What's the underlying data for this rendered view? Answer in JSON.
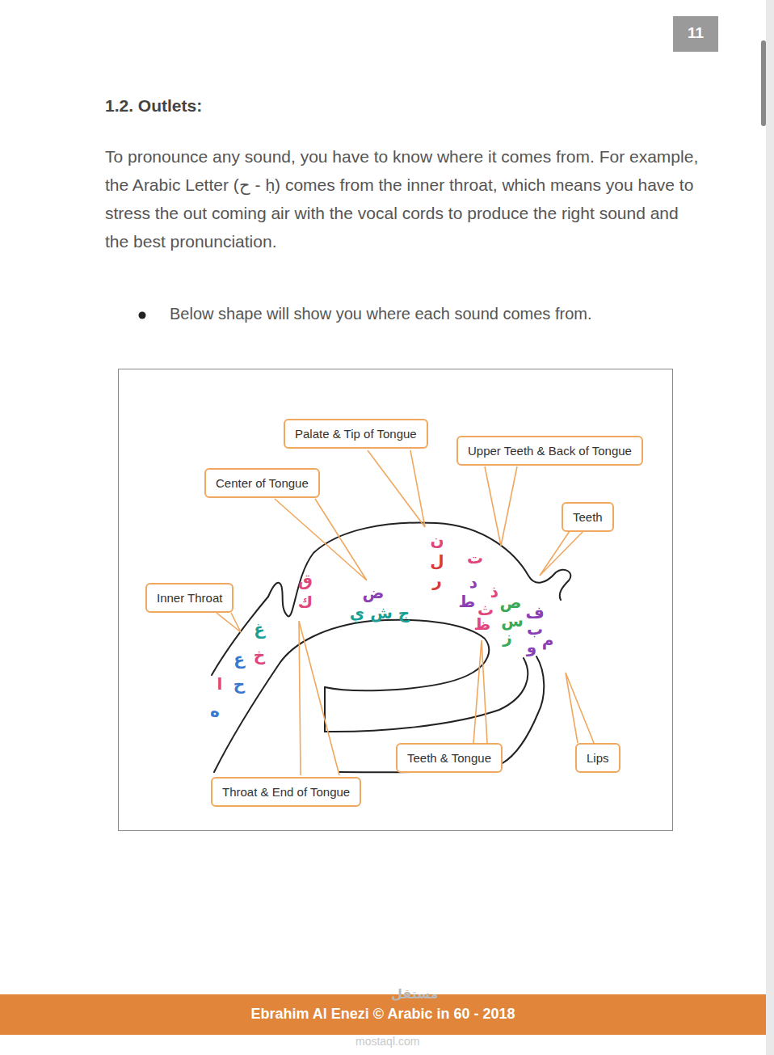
{
  "diagram": {
    "title": "1.2. Outlets:",
    "nodes": [
      {
        "text": [
          "11"
        ]
      },
      {
        "text": [
          "Palate & Tip of Tongue"
        ]
      },
      {
        "text": [
          "Upper Teeth & Back of Tongue"
        ]
      },
      {
        "text": [
          "Center of Tongue"
        ]
      },
      {
        "text": [
          "Teeth"
        ]
      },
      {
        "text": [
          "Inner Throat"
        ]
      },
      {
        "text": [
          "Teeth & Tongue"
        ]
      },
      {
        "text": [
          "Lips"
        ]
      },
      {
        "text": [
          "Throat & End of Tongue"
        ]
      },
      {
        "text": [
          "Ebrahim Al Enezi © Arabic in 60 - 2018"
        ]
      }
    ],
    "labels": [
      "To pronounce any sound, you have to know where it comes from. For example, the Arabic Letter (ح - ḥ) comes from the inner throat, which means you have to stress the out coming air with the vocal cords to produce the right sound and the best pronunciation.",
      "Below shape will show you where each sound comes from.",
      "غ",
      "خ",
      "ع",
      "ح",
      "ا",
      "ه",
      "ق",
      "ك",
      "ض",
      "ج ش ي",
      "ن",
      "ل",
      "ر",
      "ت",
      "د",
      "ط",
      "ذ",
      "ث",
      "ظ",
      "ص",
      "س",
      "ز",
      "ف",
      "ب",
      "و",
      "م",
      "مستقل",
      "mostaql.com"
    ]
  }
}
